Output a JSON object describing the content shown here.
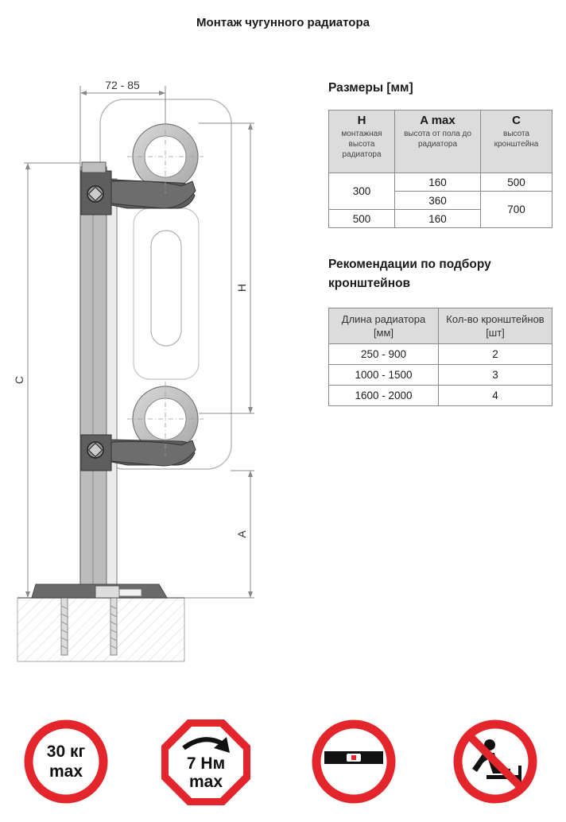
{
  "title": "Монтаж чугунного радиатора",
  "diagram": {
    "dim_width": "72 - 85",
    "label_h": "H",
    "label_c": "C",
    "label_a": "A"
  },
  "dimensions": {
    "title": "Размеры [мм]",
    "headers": [
      {
        "key": "H",
        "sub": "монтажная высота радиатора"
      },
      {
        "key": "A max",
        "sub": "высота от пола до радиатора"
      },
      {
        "key": "C",
        "sub": "высота кронштейна"
      }
    ],
    "rows": {
      "h300": "300",
      "h500": "500",
      "a1": "160",
      "a2": "360",
      "a3": "160",
      "c1": "500",
      "c2": "700"
    }
  },
  "brackets": {
    "title_line1": "Рекомендации по подбору",
    "title_line2": "кронштейнов",
    "headers": [
      "Длина радиатора [мм]",
      "Кол-во кронштейнов [шт]"
    ],
    "rows": [
      {
        "length": "250 - 900",
        "count": "2"
      },
      {
        "length": "1000 - 1500",
        "count": "3"
      },
      {
        "length": "1600 - 2000",
        "count": "4"
      }
    ]
  },
  "icons": {
    "weight_line1": "30 кг",
    "weight_line2": "max",
    "torque_line1": "7 Нм",
    "torque_line2": "max"
  },
  "colors": {
    "prohibition_red": "#e3262b",
    "bracket_gray": "#606060",
    "pipe_gray": "#b8b8b8"
  }
}
